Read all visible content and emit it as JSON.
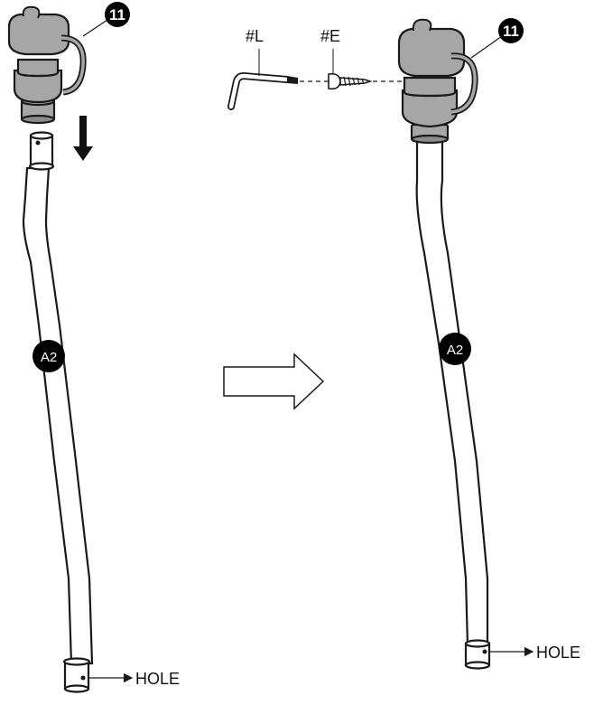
{
  "parts": {
    "connector_number": "11",
    "pole_label": "A2",
    "hex_key_label": "#L",
    "screw_label": "#E",
    "hole_label": "HOLE"
  },
  "colors": {
    "connector_fill": "#a6a6a6",
    "outline": "#1a1a1a",
    "callout_fill": "#000000",
    "callout_text": "#ffffff",
    "background": "#ffffff"
  },
  "icons": {
    "insert_arrow": "down-arrow",
    "step_arrow": "right-arrow"
  }
}
